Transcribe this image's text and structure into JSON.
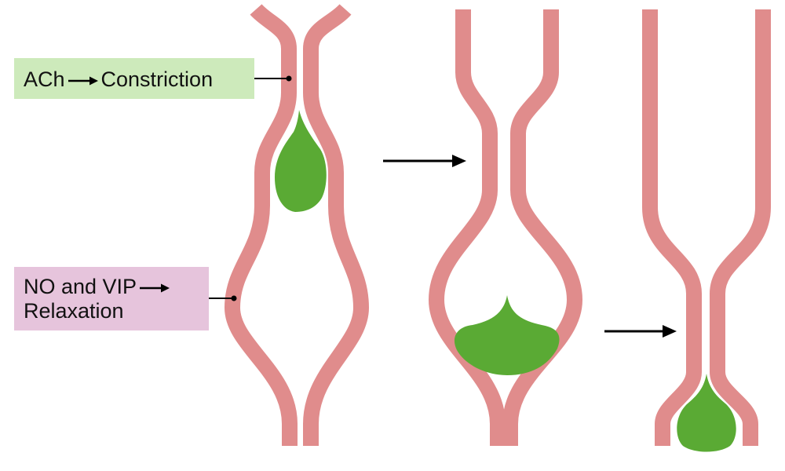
{
  "labels": {
    "ach_left": "ACh",
    "ach_right": "Constriction",
    "no_vip_line1": "NO and VIP",
    "no_vip_line2": "Relaxation"
  },
  "colors": {
    "wall": "#e08c8c",
    "bolus": "#5aaa34",
    "ach_box": "#cdeabb",
    "no_vip_box": "#e6c4dc",
    "arrow": "#000000"
  },
  "icons": {
    "sequence_arrow": "right-arrow",
    "label_arrow": "right-arrow"
  }
}
